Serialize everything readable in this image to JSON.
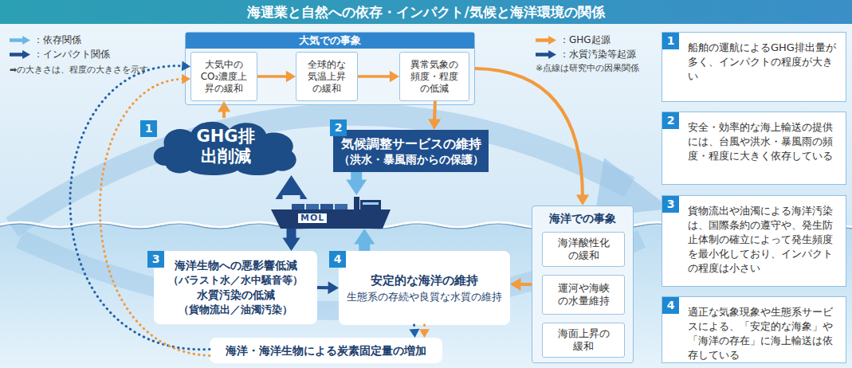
{
  "diagram": {
    "title": "海運業と自然への依存・インパクト/気候と海洋環境の関係",
    "nodes": [
      {
        "text": [
          "大気での事象"
        ]
      },
      {
        "text": [
          "大気中のCO₂濃度上昇の緩和"
        ],
        "in": 0
      },
      {
        "text": [
          "全球的な気温上昇の緩和"
        ],
        "in": 0
      },
      {
        "text": [
          "異常気象の頻度・程度の低減"
        ],
        "in": 0
      },
      {
        "text": [
          "GHG排出削減"
        ]
      },
      {
        "text": [
          "気候調整サービスの維持",
          "（洪水・暴風雨からの保護）"
        ]
      },
      {
        "text": [
          "MOL"
        ]
      },
      {
        "text": [
          "海洋生物への悪影響低減",
          "（バラスト水／水中騒音等）",
          "水質汚染の低減",
          "（貨物流出／油濁汚染）"
        ]
      },
      {
        "text": [
          "安定的な海洋の維持",
          "生態系の存続や良質な水質の維持"
        ]
      },
      {
        "text": [
          "海洋・海洋生物による炭素固定量の増加"
        ]
      },
      {
        "text": [
          "海洋での事象"
        ]
      },
      {
        "text": [
          "海洋酸性化の緩和"
        ],
        "in": 10
      },
      {
        "text": [
          "運河や海峡の水量維持"
        ],
        "in": 10
      },
      {
        "text": [
          "海面上昇の緩和"
        ],
        "in": 10
      },
      {
        "text": [
          "船舶の運航によるGHG排出量が多く、インパクトの程度が大きい"
        ]
      },
      {
        "text": [
          "安全・効率的な海上輸送の提供には、台風や洪水・暴風雨の頻度・程度に大きく依存している"
        ]
      },
      {
        "text": [
          "貨物流出や油濁による海洋汚染は、国際条約の遵守や、発生防止体制の確立によって発生頻度を最小化しており、インパクトの程度は小さい"
        ]
      },
      {
        "text": [
          "適正な気象現象や生態系サービスによる、「安定的な海象」や「海洋の存在」に海上輸送は依存している"
        ]
      }
    ],
    "edges": [
      {
        "from": 1,
        "to": 2,
        "arrow": "to"
      },
      {
        "from": 2,
        "to": 3,
        "arrow": "to"
      },
      {
        "from": 4,
        "to": 1,
        "arrow": "to"
      },
      {
        "from": 3,
        "to": 5,
        "arrow": "to"
      },
      {
        "from": 0,
        "to": 10,
        "arrow": "to"
      },
      {
        "from": 10,
        "to": 8,
        "arrow": "to"
      },
      {
        "from": 7,
        "to": 8,
        "arrow": "to"
      },
      {
        "from": 8,
        "to": 9,
        "arrow": "to"
      },
      {
        "from": 8,
        "to": 9,
        "arrow": "to"
      },
      {
        "from": 9,
        "to": 1,
        "arrow": "to"
      },
      {
        "from": 9,
        "to": 1,
        "arrow": "to"
      },
      {
        "from": 6,
        "to": 4,
        "arrow": "to"
      },
      {
        "from": 5,
        "to": 6,
        "arrow": "to"
      },
      {
        "from": 6,
        "to": 7,
        "arrow": "to"
      },
      {
        "from": 8,
        "to": 6,
        "arrow": "to"
      }
    ],
    "labels": [
      "➡の大きさは、程度の大きさを示す",
      "※点線は研究中の因果関係",
      "1",
      "2",
      "3",
      "4",
      "1",
      "2",
      "3",
      "4"
    ],
    "legend": [
      {
        "text": "：依存関係",
        "color": "#6cb6e6"
      },
      {
        "text": "：インパクト関係",
        "color": "#1f4f8f"
      },
      {
        "text": "：GHG起源",
        "color": "#f39a3c"
      },
      {
        "text": "：水質汚染等起源",
        "color": "#1f4f8f"
      }
    ]
  }
}
